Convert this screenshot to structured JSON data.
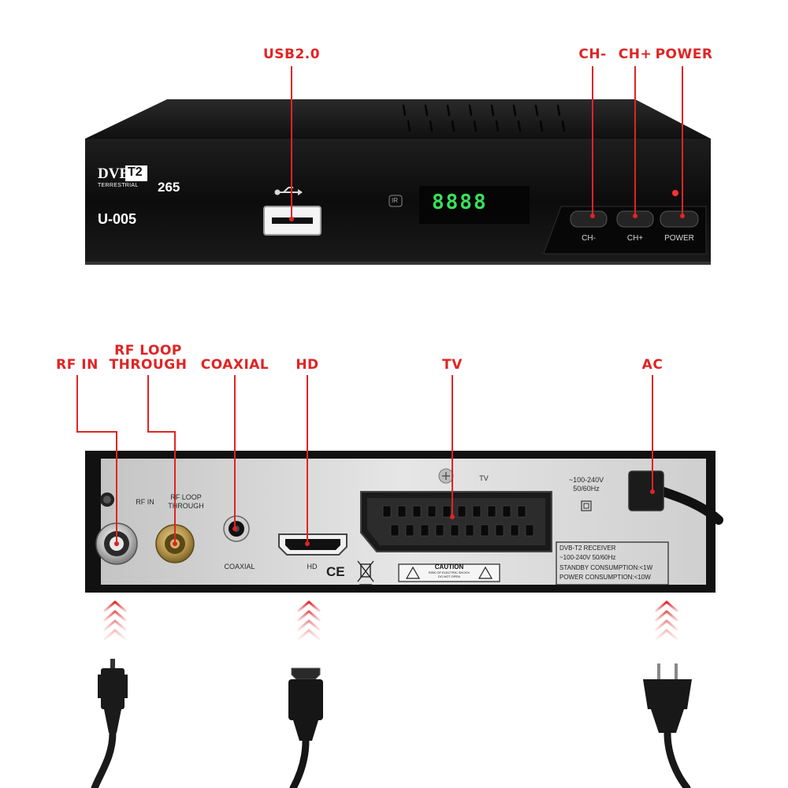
{
  "callouts": {
    "usb": "USB2.0",
    "ch_minus": "CH-",
    "ch_plus": "CH+",
    "power": "POWER",
    "rf_in": "RF IN",
    "rf_loop_line1": "RF LOOP",
    "rf_loop_line2": "THROUGH",
    "coaxial": "COAXIAL",
    "hd": "HD",
    "tv": "TV",
    "ac": "AC"
  },
  "front_panel": {
    "dvb_logo": "DVB",
    "dvb_t2": "T2",
    "terrestrial": "TERRESTRIAL",
    "codec": "265",
    "model": "U-005",
    "ir": "IR",
    "display": "8888",
    "btn_ch_minus": "CH-",
    "btn_ch_plus": "CH+",
    "btn_power": "POWER"
  },
  "rear_panel": {
    "rf_in": "RF IN",
    "rf_loop_line1": "RF LOOP",
    "rf_loop_line2": "THROUGH",
    "coaxial": "COAXIAL",
    "hd": "HD",
    "tv": "TV",
    "voltage_line1": "~100-240V",
    "voltage_line2": "50/60Hz",
    "ce_mark": "CE",
    "caution_title": "CAUTION",
    "caution_sub1": "RISK OF ELECTRIC SHOCK",
    "caution_sub2": "DO NOT OPEN",
    "receiver_lines": [
      "DVB-T2 RECEIVER",
      "~100-240V 50/60Hz",
      "STANDBY CONSUMPTION:<1W",
      "POWER CONSUMPTION:<10W"
    ]
  },
  "colors": {
    "callout_red": "#e02424",
    "lcd_green": "#39e05c",
    "chassis_black": "#141414",
    "rear_panel_silver": "#d9d9d9"
  }
}
